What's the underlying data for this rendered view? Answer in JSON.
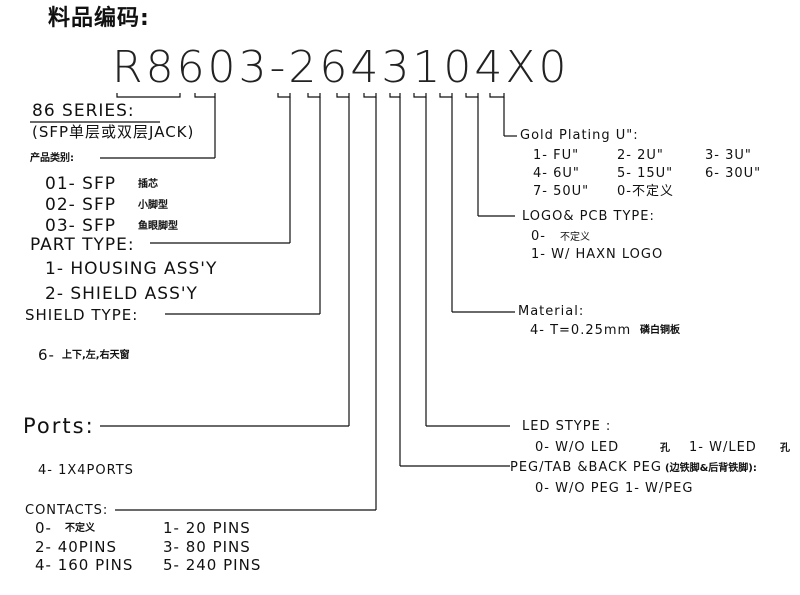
{
  "header": {
    "label": "料品编码:",
    "part_number": "R8603-2643104X0"
  },
  "series": {
    "title": "86 SERIES:",
    "subtitle": "(SFP单层或双层JACK)"
  },
  "product_category": {
    "title": "产品类别:",
    "items": [
      {
        "code": "01- SFP",
        "note": "插芯"
      },
      {
        "code": "02- SFP",
        "note": "小脚型"
      },
      {
        "code": "03- SFP",
        "note": "鱼眼脚型"
      }
    ]
  },
  "part_type": {
    "title": "PART TYPE:",
    "items": [
      "1- HOUSING ASS'Y",
      "2- SHIELD ASS'Y"
    ]
  },
  "shield_type": {
    "title": "SHIELD TYPE:",
    "item_code": "6-",
    "item_note": "上下,左,右天窗"
  },
  "ports": {
    "title": "Ports:",
    "item": "4- 1X4PORTS"
  },
  "contacts": {
    "title": "CONTACTS:",
    "rows": [
      {
        "a_code": "0-",
        "a_note": "不定义",
        "b": "1- 20 PINS"
      },
      {
        "a_code": "2- 40PINS",
        "a_note": "",
        "b": "3- 80 PINS"
      },
      {
        "a_code": "4- 160 PINS",
        "a_note": "",
        "b": "5- 240 PINS"
      }
    ]
  },
  "gold_plating": {
    "title": "Gold Plating U\":",
    "rows": [
      [
        "1- FU\"",
        "2- 2U\"",
        "3- 3U\""
      ],
      [
        "4- 6U\"",
        "5- 15U\"",
        "6- 30U\""
      ],
      [
        "7- 50U\"",
        "0-不定义",
        ""
      ]
    ]
  },
  "logo_pcb": {
    "title": "LOGO& PCB TYPE:",
    "item0_code": "0-",
    "item0_note": "不定义",
    "item1": "1- W/ HAXN LOGO"
  },
  "material": {
    "title": "Material:",
    "item": "4- T=0.25mm",
    "item_note": "磷白铜板"
  },
  "led": {
    "title": "LED STYPE :",
    "item0": "0- W/O LED",
    "item0_note": "孔",
    "item1": "1- W/LED",
    "item1_note": "孔"
  },
  "peg": {
    "title": "PEG/TAB &BACK PEG",
    "title_note": "(边铁脚&后背铁脚):",
    "items": "0- W/O PEG 1- W/PEG"
  }
}
